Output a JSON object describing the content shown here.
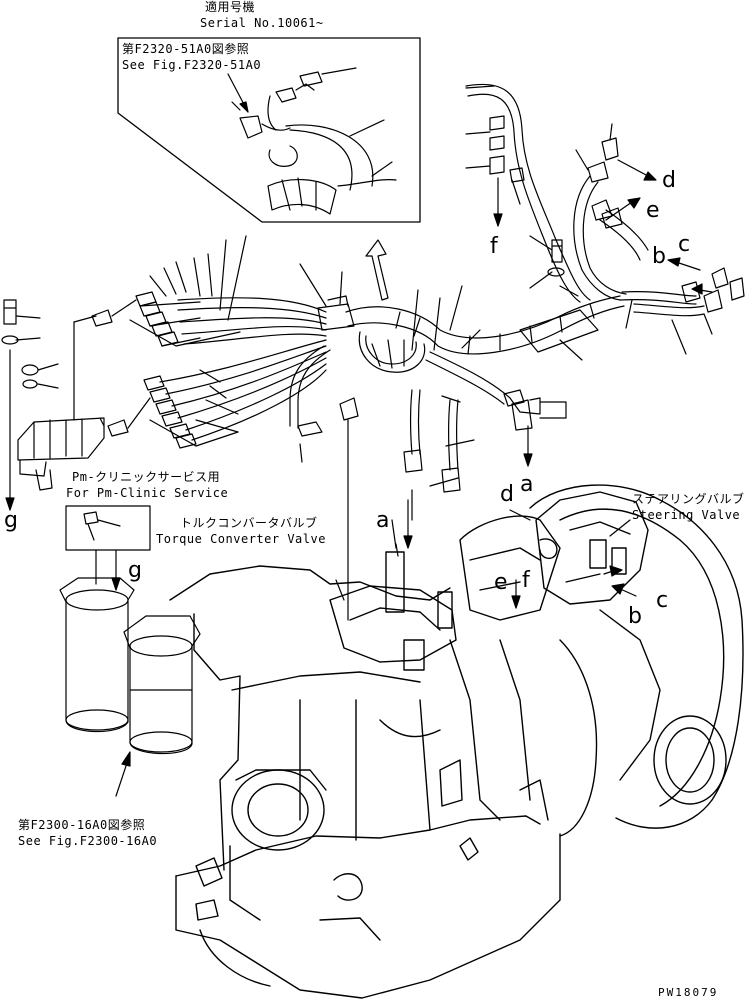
{
  "header": {
    "applicable_jp": "適用号機",
    "serial": "Serial No.10061~"
  },
  "inset": {
    "ref_jp": "第F2320-51A0図参照",
    "ref_en": "See Fig.F2320-51A0"
  },
  "pm_clinic": {
    "jp": "Pm-クリニックサービス用",
    "en": "For Pm-Clinic Service"
  },
  "torque_converter": {
    "jp": "トルクコンバータバルブ",
    "en": "Torque Converter Valve"
  },
  "steering_valve": {
    "jp": "ステアリングバルブ",
    "en": "Steering Valve"
  },
  "filter_ref": {
    "jp": "第F2300-16A0図参照",
    "en": "See Fig.F2300-16A0"
  },
  "letters": {
    "a": "a",
    "b": "b",
    "c": "c",
    "d": "d",
    "e": "e",
    "f": "f",
    "g": "g"
  },
  "drawing_code": "PW18079"
}
